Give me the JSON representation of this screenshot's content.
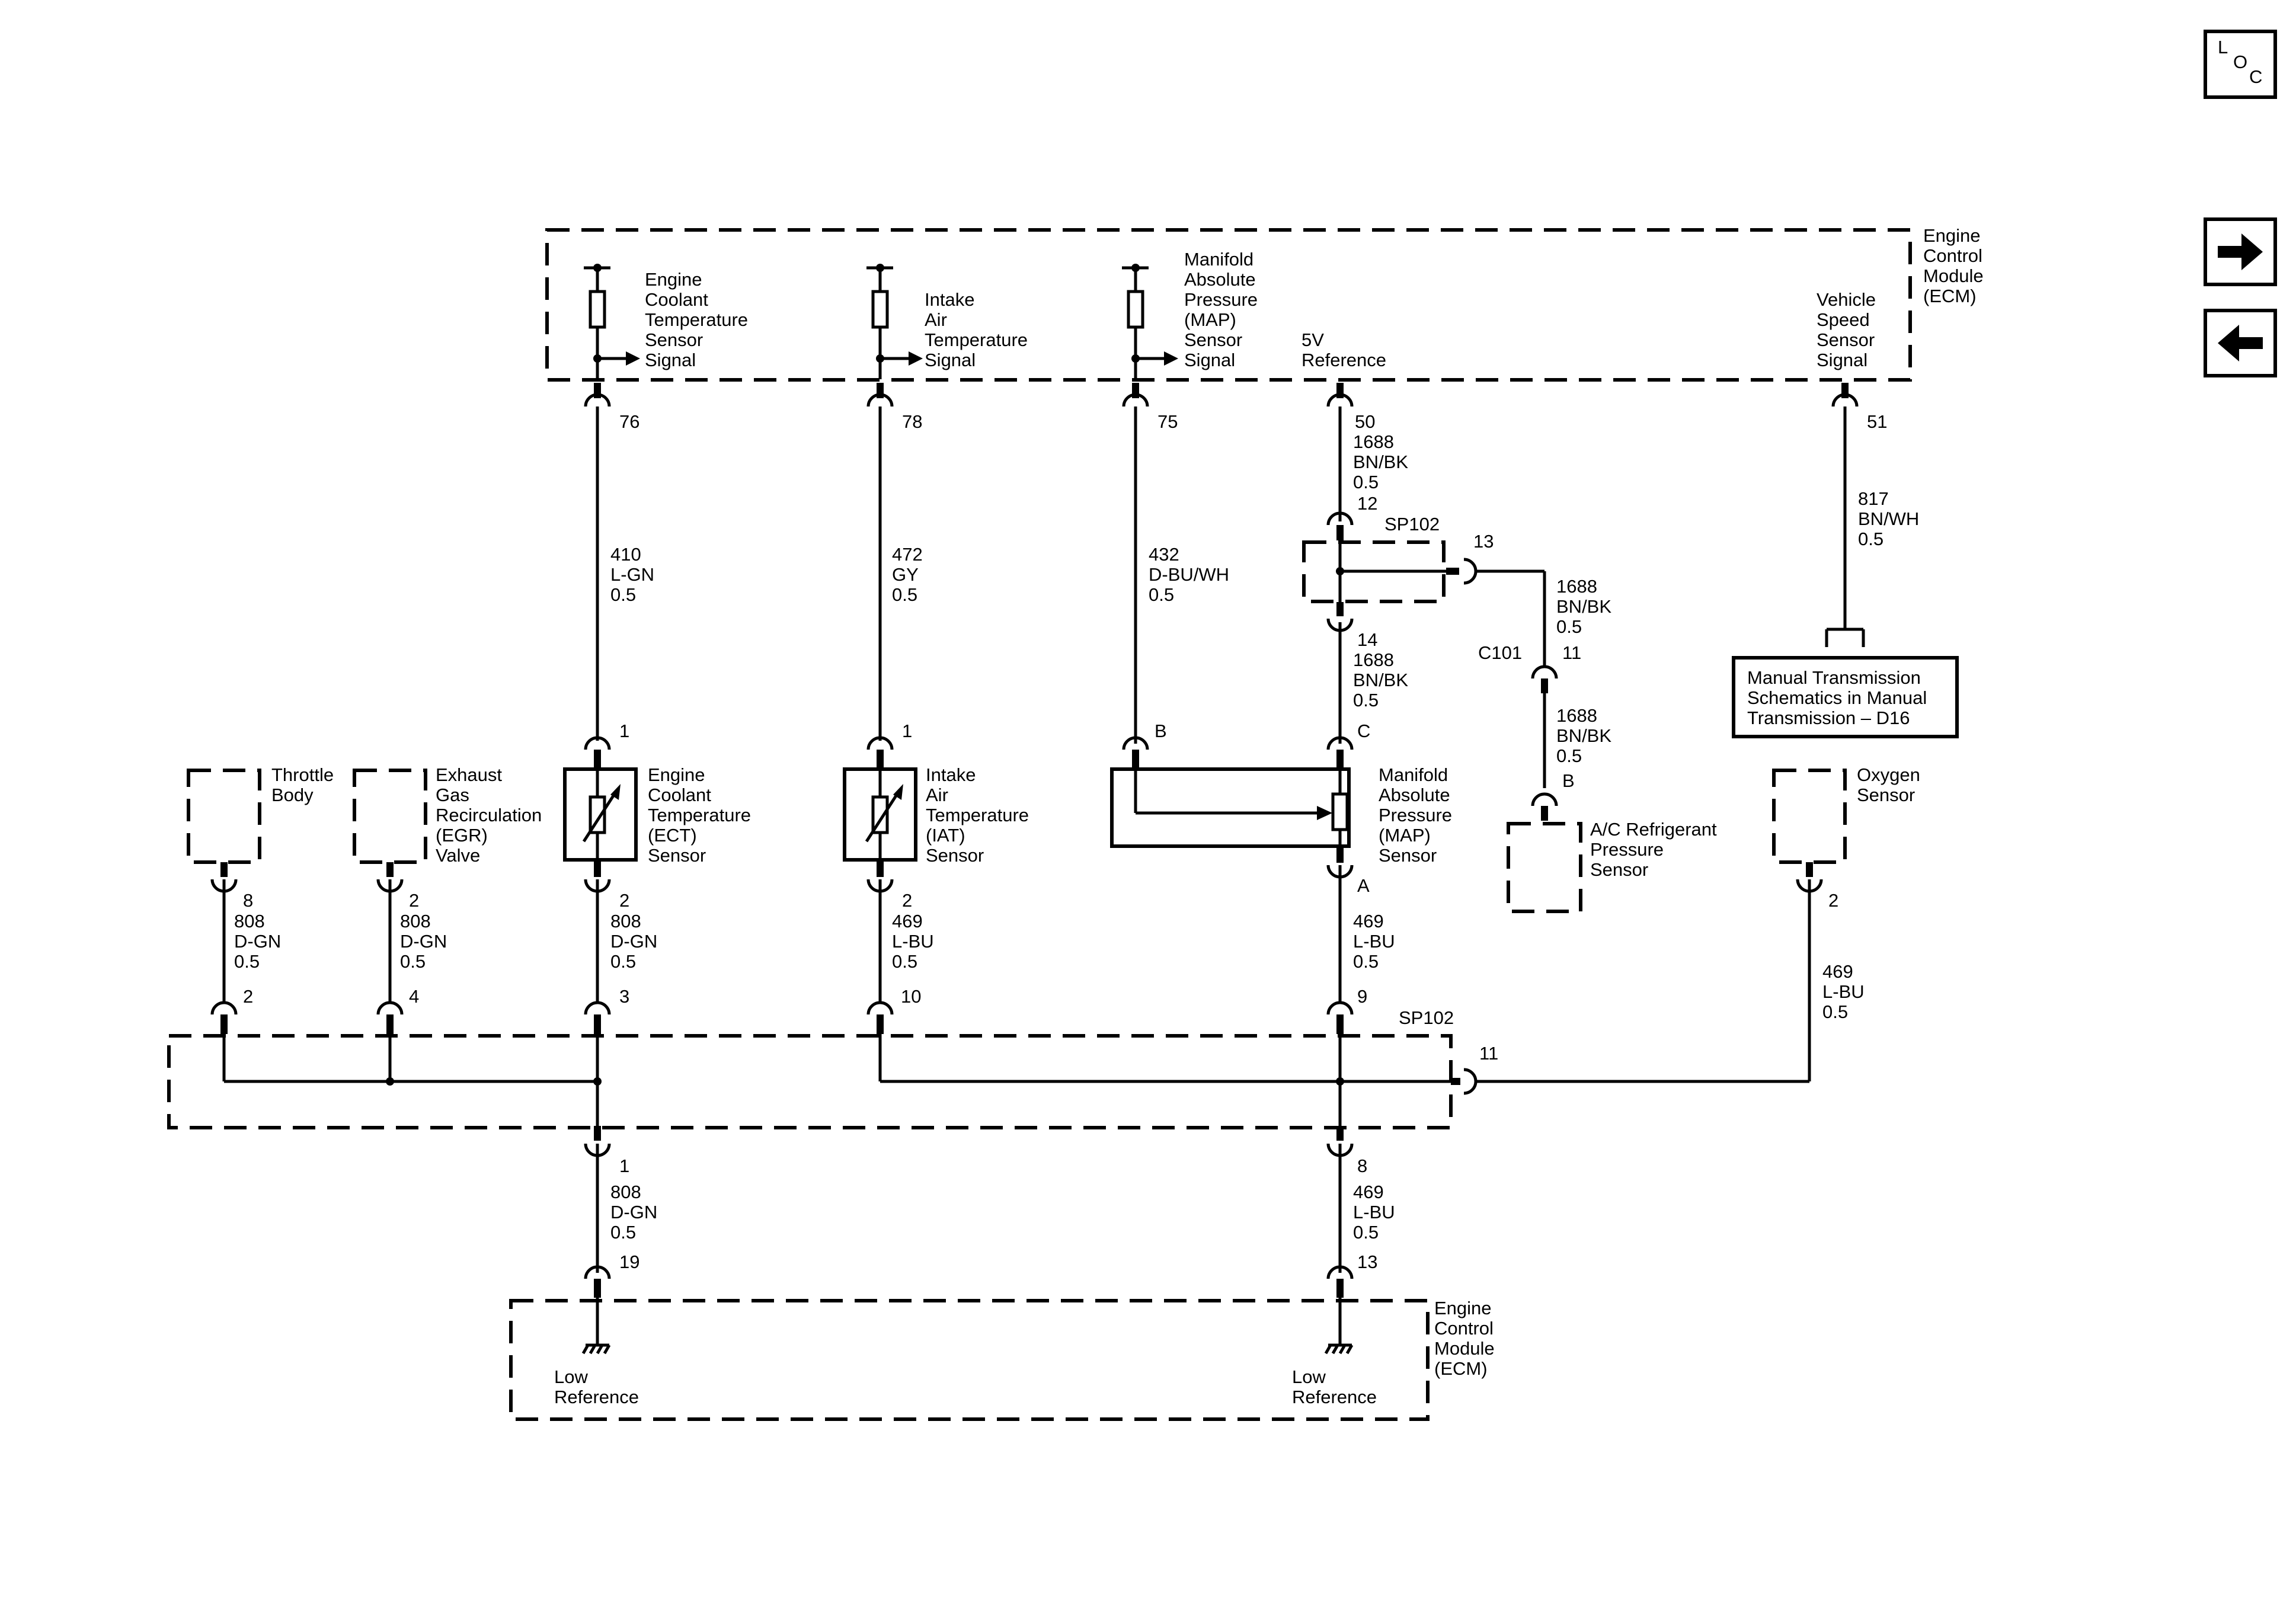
{
  "nav": {
    "loc": [
      "L",
      "O",
      "C"
    ],
    "next_icon": "arrow-right-icon",
    "prev_icon": "arrow-left-icon"
  },
  "ecm_top": {
    "label": [
      "Engine",
      "Control",
      "Module",
      "(ECM)"
    ],
    "signals": {
      "ect": [
        "Engine",
        "Coolant",
        "Temperature",
        "Sensor",
        "Signal"
      ],
      "iat": [
        "Intake",
        "Air",
        "Temperature",
        "Signal"
      ],
      "map": [
        "Manifold",
        "Absolute",
        "Pressure",
        "(MAP)",
        "Sensor",
        "Signal"
      ],
      "ref": [
        "5V",
        "Reference"
      ],
      "vss": [
        "Vehicle",
        "Speed",
        "Sensor",
        "Signal"
      ]
    },
    "pins": {
      "ect": "76",
      "iat": "78",
      "map": "75",
      "ref": "50",
      "vss": "51"
    }
  },
  "wires": {
    "w410": [
      "410",
      "L-GN",
      "0.5"
    ],
    "w472": [
      "472",
      "GY",
      "0.5"
    ],
    "w432": [
      "432",
      "D-BU/WH",
      "0.5"
    ],
    "w1688_a": [
      "1688",
      "BN/BK",
      "0.5"
    ],
    "w1688_b": [
      "1688",
      "BN/BK",
      "0.5"
    ],
    "w1688_c": [
      "1688",
      "BN/BK",
      "0.5"
    ],
    "w1688_d": [
      "1688",
      "BN/BK",
      "0.5"
    ],
    "w817": [
      "817",
      "BN/WH",
      "0.5"
    ],
    "w808_tb": [
      "808",
      "D-GN",
      "0.5"
    ],
    "w808_egr": [
      "808",
      "D-GN",
      "0.5"
    ],
    "w808_ect": [
      "808",
      "D-GN",
      "0.5"
    ],
    "w469_iat": [
      "469",
      "L-BU",
      "0.5"
    ],
    "w469_map": [
      "469",
      "L-BU",
      "0.5"
    ],
    "w469_o2": [
      "469",
      "L-BU",
      "0.5"
    ],
    "w808_low": [
      "808",
      "D-GN",
      "0.5"
    ],
    "w469_low": [
      "469",
      "L-BU",
      "0.5"
    ]
  },
  "splice_top": {
    "name": "SP102",
    "pins": {
      "in": "12",
      "side": "13",
      "out": "14"
    }
  },
  "splice_bottom": {
    "name": "SP102",
    "pins": {
      "tb": "2",
      "egr": "4",
      "ect": "3",
      "iat": "10",
      "map": "9",
      "o2": "11",
      "low1": "1",
      "low2": "8"
    }
  },
  "c101": {
    "name": "C101",
    "pin": "11"
  },
  "components": {
    "throttle_body": {
      "label": [
        "Throttle",
        "Body"
      ],
      "pin": "8"
    },
    "egr": {
      "label": [
        "Exhaust",
        "Gas",
        "Recirculation",
        "(EGR)",
        "Valve"
      ],
      "pin": "2"
    },
    "ect": {
      "label": [
        "Engine",
        "Coolant",
        "Temperature",
        "(ECT)",
        "Sensor"
      ],
      "pin_top": "1",
      "pin_bottom": "2"
    },
    "iat": {
      "label": [
        "Intake",
        "Air",
        "Temperature",
        "(IAT)",
        "Sensor"
      ],
      "pin_top": "1",
      "pin_bottom": "2"
    },
    "map": {
      "label": [
        "Manifold",
        "Absolute",
        "Pressure",
        "(MAP)",
        "Sensor"
      ],
      "pin_b": "B",
      "pin_c": "C",
      "pin_a": "A"
    },
    "ac": {
      "label": [
        "A/C Refrigerant",
        "Pressure",
        "Sensor"
      ],
      "pin": "B"
    },
    "o2": {
      "label": [
        "Oxygen",
        "Sensor"
      ],
      "pin": "2"
    },
    "manual_trans": {
      "label": [
        "Manual Transmission",
        "Schematics in Manual",
        "Transmission – D16"
      ]
    }
  },
  "ecm_bottom": {
    "label": [
      "Engine",
      "Control",
      "Module",
      "(ECM)"
    ],
    "left": [
      "Low",
      "Reference"
    ],
    "right": [
      "Low",
      "Reference"
    ],
    "pins": {
      "left": "19",
      "right": "13"
    }
  }
}
